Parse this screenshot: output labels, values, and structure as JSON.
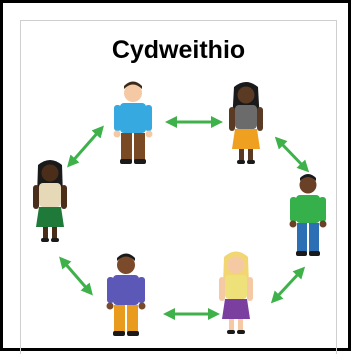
{
  "title": "Cydweithio",
  "colors": {
    "arrow": "#3fb14a",
    "border": "#000000",
    "skin_light": "#f6c9a5",
    "skin_dark": "#5a3a22",
    "skin_medium": "#9a6a44"
  },
  "people": [
    {
      "name": "person-top-left",
      "shirt": "#35a9e0",
      "pants": "#7a4a25",
      "skin": "#f6c9a5",
      "hair": "#3a2a1a"
    },
    {
      "name": "person-top-right",
      "shirt": "#6b6b6b",
      "skirt": "#f0a020",
      "skin": "#5a3a22",
      "hair": "#1a1a1a"
    },
    {
      "name": "person-right",
      "shirt": "#35b04a",
      "pants": "#2d6fb5",
      "skin": "#6a4026",
      "hair": "#1a1a1a"
    },
    {
      "name": "person-bottom-right",
      "shirt": "#efe17a",
      "skirt": "#7b3fa0",
      "skin": "#f6c9a5",
      "hair": "#f2d673"
    },
    {
      "name": "person-bottom-left",
      "shirt": "#5b58b8",
      "pants": "#e89b1c",
      "skin": "#7a4a2a",
      "hair": "#1a1a1a"
    },
    {
      "name": "person-left",
      "shirt": "#e6d9b8",
      "skirt": "#1f7a3a",
      "skin": "#4a2e1a",
      "hair": "#1a1a1a"
    }
  ]
}
